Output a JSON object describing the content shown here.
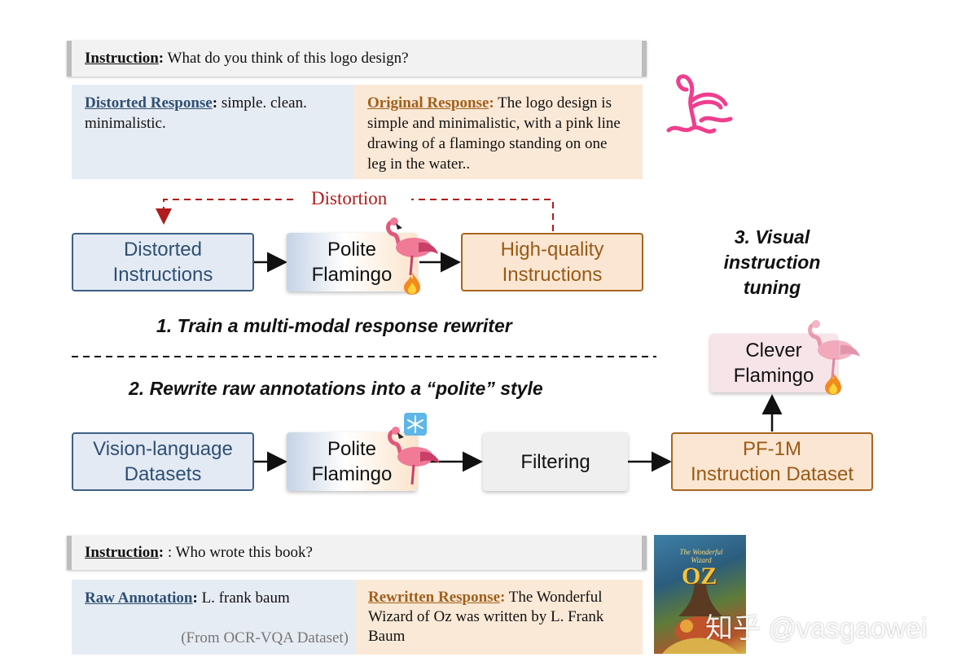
{
  "top": {
    "instruction_label": "Instruction",
    "instruction_sep": ":",
    "instruction_text": " What do you think of this logo design?",
    "distorted_label": "Distorted Response",
    "distorted_sep": ":",
    "distorted_text": " simple. clean. minimalistic.",
    "original_label": "Original Response",
    "original_sep": ":",
    "original_text": " The logo design is simple and minimalistic, with a pink line drawing of a flamingo standing on one leg in the water.."
  },
  "stage1": {
    "distortion_label": "Distortion",
    "distorted_box": [
      "Distorted",
      "Instructions"
    ],
    "polite_box": [
      "Polite",
      "Flamingo"
    ],
    "hq_box": [
      "High-quality",
      "Instructions"
    ],
    "heading": "1. Train a multi-modal response rewriter"
  },
  "stage2": {
    "heading": "2. Rewrite raw annotations into a “polite” style",
    "vl_box": [
      "Vision-language",
      "Datasets"
    ],
    "polite_box": [
      "Polite",
      "Flamingo"
    ],
    "filter_box": "Filtering",
    "pf_box": [
      "PF-1M",
      "Instruction Dataset"
    ]
  },
  "stage3": {
    "heading": [
      "3. Visual",
      "instruction",
      "tuning"
    ],
    "clever_box": [
      "Clever",
      "Flamingo"
    ]
  },
  "bottom": {
    "instruction_label": "Instruction",
    "instruction_sep": ":",
    "instruction_text": " : Who wrote this book?",
    "raw_label": "Raw Annotation",
    "raw_sep": ":",
    "raw_text": " L. frank baum",
    "raw_source": "(From OCR-VQA Dataset)",
    "rewritten_label": "Rewritten Response",
    "rewritten_sep": ":",
    "rewritten_text": " The Wonderful Wizard of Oz was written by L. Frank Baum",
    "book_title_small": "The Wonderful Wizard",
    "book_title_big": "OZ"
  },
  "watermark": "知乎 @vasgaowei",
  "colors": {
    "blue_accent": "#3e5f86",
    "orange_accent": "#a8661f",
    "distortion_red": "#b01c1c",
    "flamingo_pink": "#f08ab0"
  }
}
